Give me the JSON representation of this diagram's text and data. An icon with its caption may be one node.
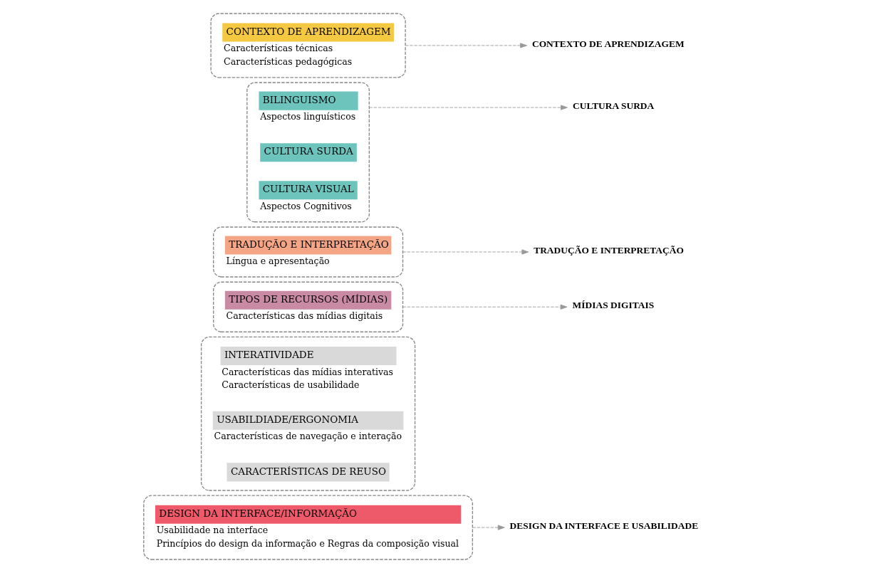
{
  "diagram": {
    "nodes": [
      {
        "text": [],
        "shape": "box"
      },
      {
        "text": [
          "BILINGUISMO",
          "Aspectos linguísticos"
        ],
        "in": 0
      },
      {
        "text": [
          "CULTURA SURDA"
        ],
        "in": 0
      },
      {
        "text": [
          "CULTURA VISUAL",
          "Aspectos Cognitivos"
        ],
        "in": 0
      },
      {
        "text": [],
        "shape": "box"
      },
      {
        "text": [
          "CONTEXTO DE APRENDIZAGEM",
          "Características técnicas",
          "Características pedagógicas"
        ],
        "in": 4
      },
      {
        "text": [
          "CONTEXTO DE APRENDIZAGEM"
        ]
      },
      {
        "text": [
          "CULTURA SURDA"
        ]
      },
      {
        "text": [],
        "shape": "box"
      },
      {
        "text": [
          "TRADUÇÃO E INTERPRETAÇÃO",
          "Língua e apresentação"
        ],
        "in": 8
      },
      {
        "text": [
          "TRADUÇÃO E INTERPRETAÇÃO"
        ]
      },
      {
        "text": [],
        "shape": "box"
      },
      {
        "text": [
          "TIPOS DE RECURSOS (MÍDIAS)",
          "Características das mídias digitais"
        ],
        "in": 11
      },
      {
        "text": [
          "MÍDIAS DIGITAIS"
        ]
      },
      {
        "text": [],
        "shape": "box"
      },
      {
        "text": [],
        "shape": "box"
      },
      {
        "text": [
          "INTERATIVIDADE",
          "Características das mídias interativas",
          "Características de usabilidade"
        ],
        "in": 14
      },
      {
        "text": [
          "USABILDIADE/ERGONOMIA",
          "Características de navegação e interação"
        ],
        "in": 14
      },
      {
        "text": [
          "CARACTERÍSTICAS DE REUSO"
        ],
        "in": 14
      },
      {
        "text": [
          "DESIGN DA INTERFACE/INFORMAÇÃO",
          "Usabilidade na interface",
          "Princípios do design da informação e Regras da composição visual"
        ],
        "in": 15
      },
      {
        "text": [
          "DESIGN DA INTERFACE E USABILIDADE"
        ]
      }
    ],
    "edges": [
      {
        "from": 4,
        "to": 6,
        "arrow": "to",
        "style": "dashed"
      },
      {
        "from": 0,
        "to": 7,
        "arrow": "to",
        "style": "dashed"
      },
      {
        "from": 8,
        "to": 10,
        "arrow": "to",
        "style": "dashed"
      },
      {
        "from": 11,
        "to": 13,
        "arrow": "to",
        "style": "dashed"
      },
      {
        "from": 15,
        "to": 20,
        "arrow": "to",
        "style": "dashed"
      }
    ]
  }
}
